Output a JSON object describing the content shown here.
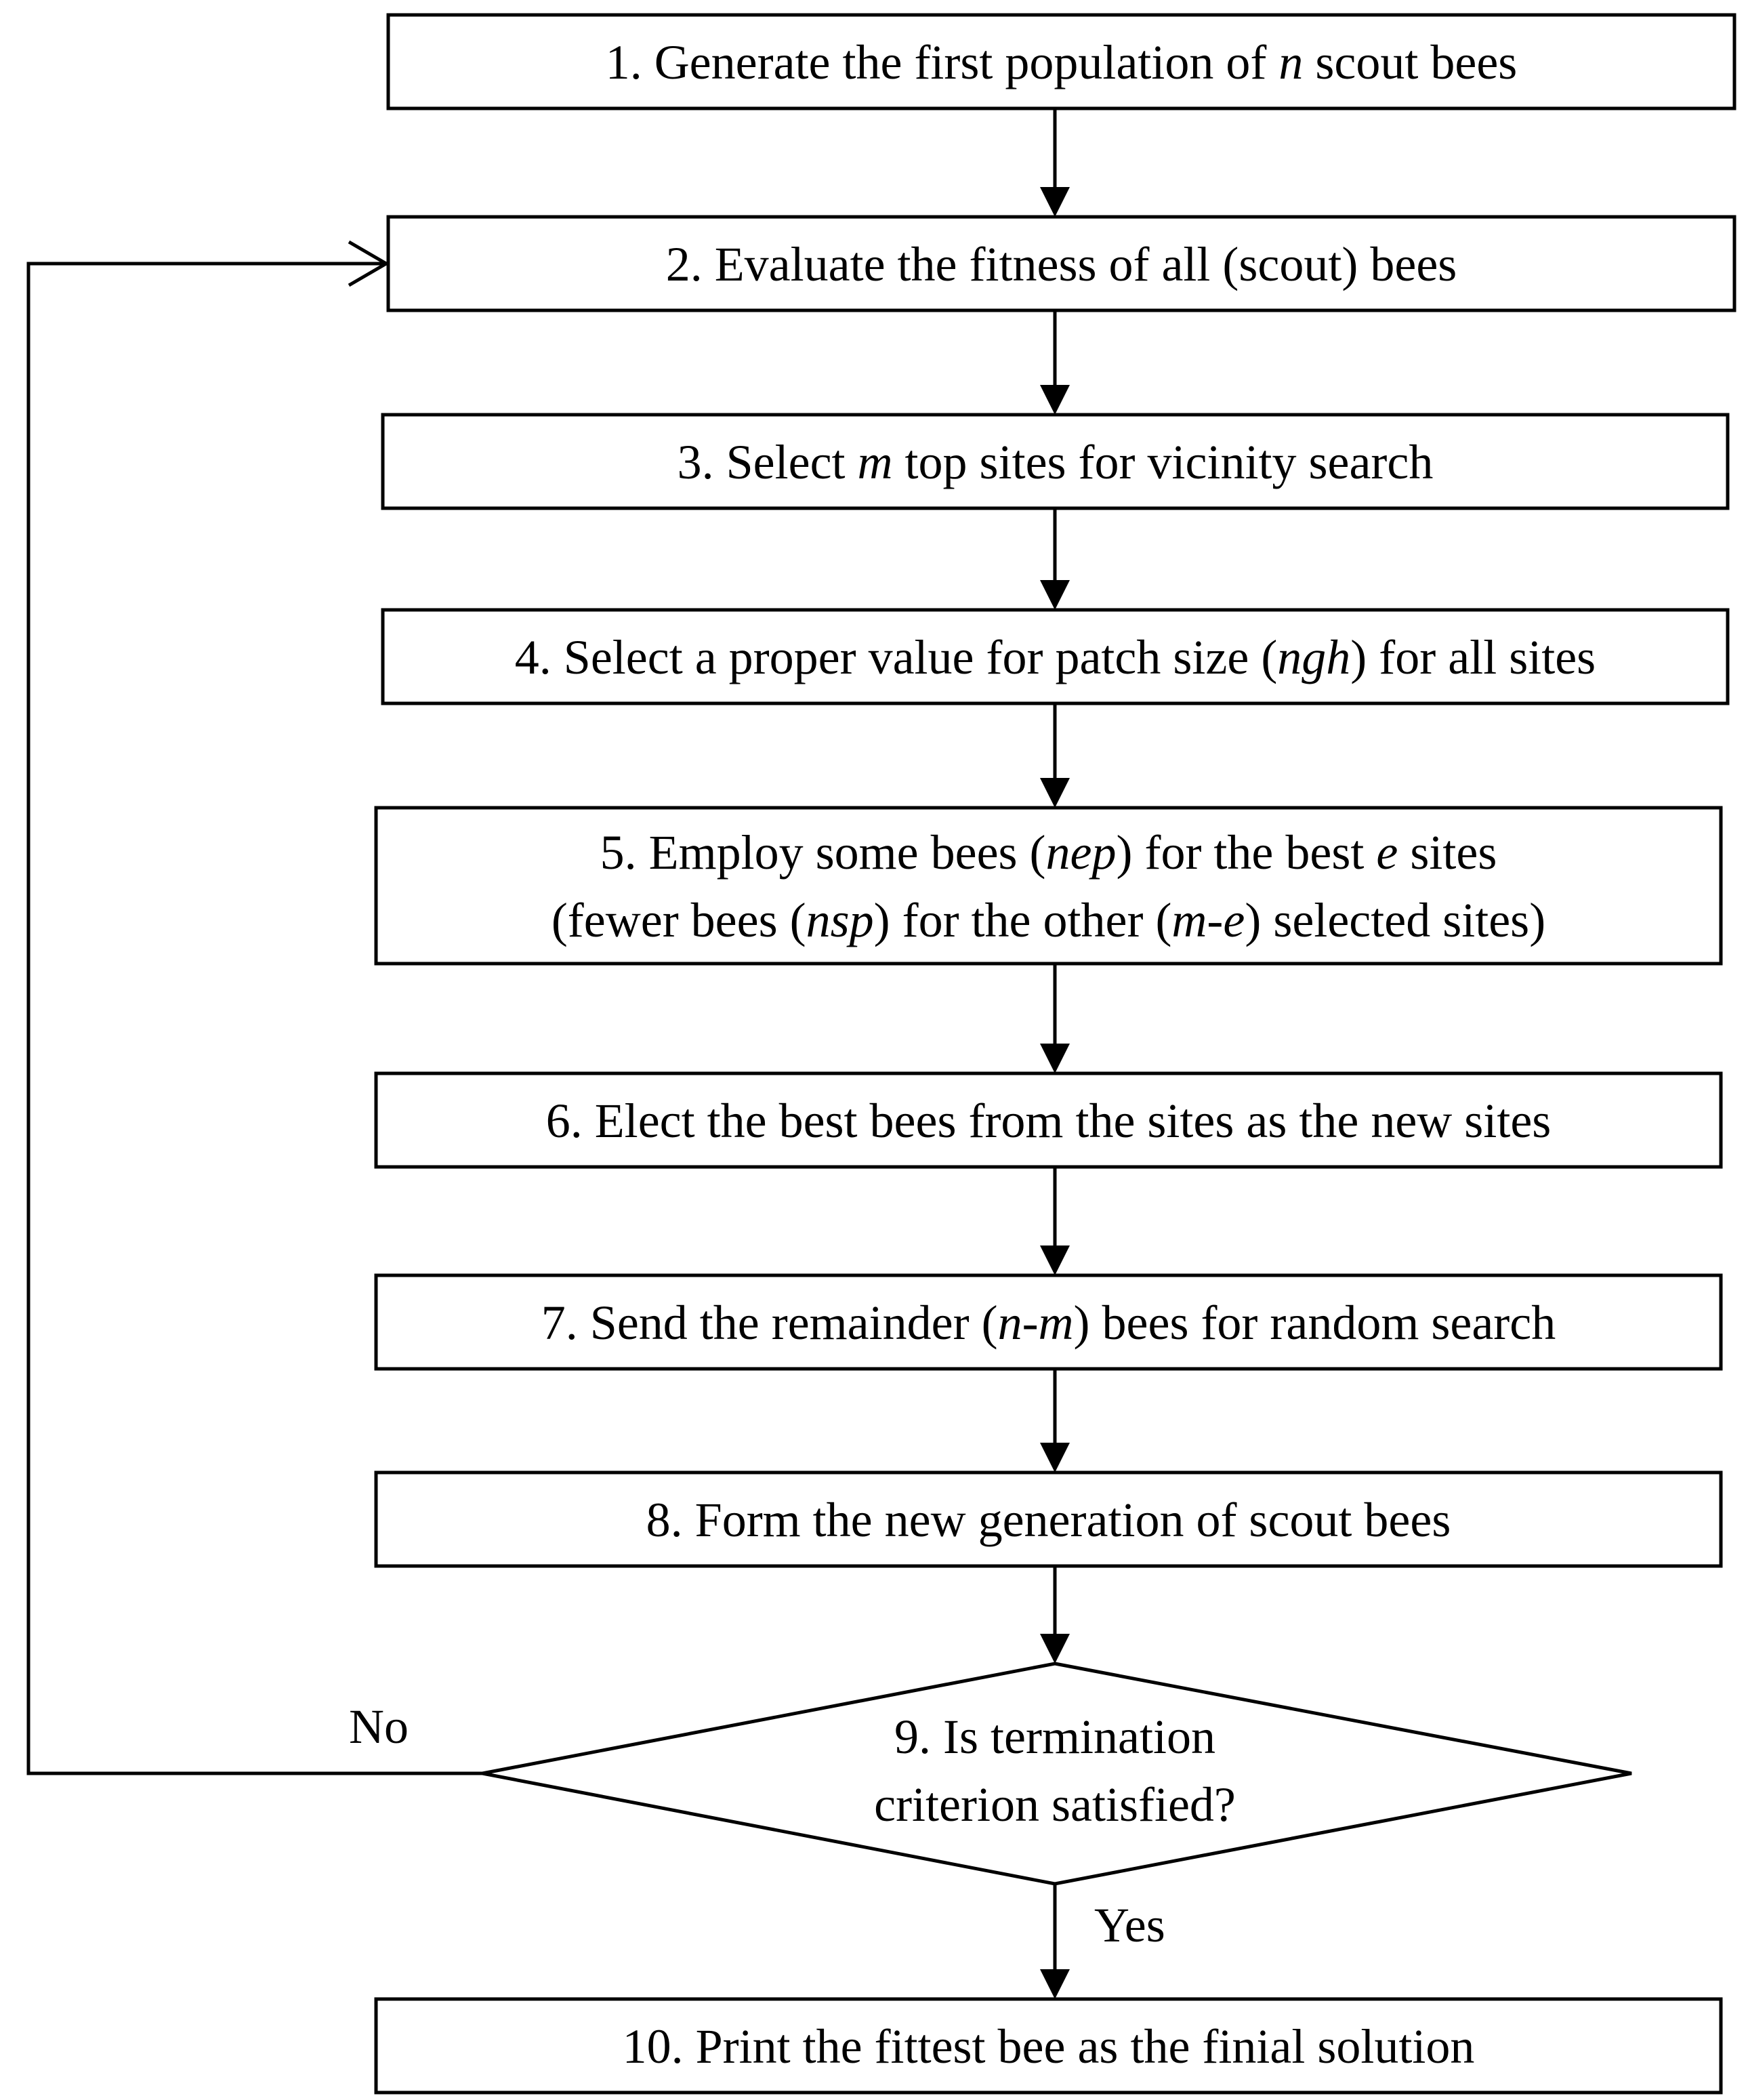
{
  "flowchart": {
    "steps": [
      {
        "id": "1",
        "lines": [
          [
            {
              "t": "1. Generate the first population of "
            },
            {
              "t": "n",
              "i": true
            },
            {
              "t": " scout bees"
            }
          ]
        ]
      },
      {
        "id": "2",
        "lines": [
          [
            {
              "t": "2. Evaluate the fitness of all (scout) bees"
            }
          ]
        ]
      },
      {
        "id": "3",
        "lines": [
          [
            {
              "t": "3. Select "
            },
            {
              "t": "m",
              "i": true
            },
            {
              "t": " top sites for vicinity search"
            }
          ]
        ]
      },
      {
        "id": "4",
        "lines": [
          [
            {
              "t": "4. Select a proper value for patch size ("
            },
            {
              "t": "ngh",
              "i": true
            },
            {
              "t": ") for all sites"
            }
          ]
        ]
      },
      {
        "id": "5",
        "lines": [
          [
            {
              "t": "5. Employ some bees ("
            },
            {
              "t": "nep",
              "i": true
            },
            {
              "t": ") for the best "
            },
            {
              "t": "e",
              "i": true
            },
            {
              "t": " sites"
            }
          ],
          [
            {
              "t": "(fewer bees ("
            },
            {
              "t": "nsp",
              "i": true
            },
            {
              "t": ") for the other ("
            },
            {
              "t": "m-e",
              "i": true
            },
            {
              "t": ") selected sites)"
            }
          ]
        ]
      },
      {
        "id": "6",
        "lines": [
          [
            {
              "t": "6. Elect the best bees from the sites as the new sites"
            }
          ]
        ]
      },
      {
        "id": "7",
        "lines": [
          [
            {
              "t": "7. Send the remainder ("
            },
            {
              "t": "n-m",
              "i": true
            },
            {
              "t": ") bees for random search"
            }
          ]
        ]
      },
      {
        "id": "8",
        "lines": [
          [
            {
              "t": "8. Form the new generation of scout bees"
            }
          ]
        ]
      },
      {
        "id": "10",
        "lines": [
          [
            {
              "t": "10. Print the fittest bee as the finial solution"
            }
          ]
        ]
      }
    ],
    "decision": {
      "id": "9",
      "lines": [
        [
          {
            "t": "9. Is termination"
          }
        ],
        [
          {
            "t": "criterion satisfied?"
          }
        ]
      ]
    },
    "edge_labels": {
      "no": "No",
      "yes": "Yes"
    }
  }
}
